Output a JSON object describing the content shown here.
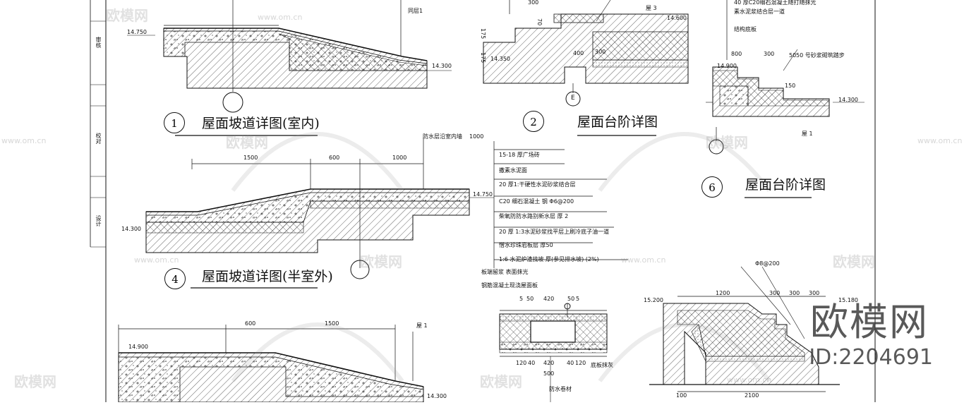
{
  "frame": {
    "side_labels": [
      "审核",
      "校对",
      "设计"
    ]
  },
  "details": [
    {
      "num": "1",
      "title": "屋面坡道详图(室内)"
    },
    {
      "num": "2",
      "title": "屋面台阶详图"
    },
    {
      "num": "4",
      "title": "屋面坡道详图(半室外)"
    },
    {
      "num": "6",
      "title": "屋面台阶详图"
    }
  ],
  "section_marks": {
    "e": "E"
  },
  "elev": {
    "d1_left": "14.750",
    "d1_right": "14.300",
    "d1_ref": "同层1",
    "d2_left": "14.350",
    "d2_right": "14.600",
    "d2_ref": "屋 3",
    "d2_dims": [
      "300",
      "175",
      "175",
      "70",
      "400",
      "300"
    ],
    "d6_top": "14.900",
    "d6_right": "14.300",
    "d6_ref": "屋 1",
    "d6_dims": [
      "800",
      "300",
      "50",
      "150"
    ],
    "d4_left": "14.300",
    "d4_right": "14.750",
    "d4_dims": [
      "1500",
      "600",
      "1000"
    ],
    "d5_left": "14.900",
    "d5_right": "14.300",
    "d5_ref": "屋 1",
    "d5_dims": [
      "600",
      "1500"
    ],
    "d7_left": "15.200",
    "d7_right": "15.180",
    "d7_dims": [
      "1200",
      "300",
      "300",
      "300",
      "100",
      "2100"
    ],
    "d7_rebar": "Φ8@200"
  },
  "d6_notes": [
    "40 厚C20细石混凝土随打随抹光",
    "素水泥浆结合层一道",
    "结构底板",
    "50 号砂浆砌筑踏步"
  ],
  "leader_top": {
    "label": "防水层沿室内墙",
    "dim": "1000"
  },
  "layers": [
    "15-18  厚广场砖",
    "撒素水泥面",
    "20 厚1:干硬性水泥砂浆结合层",
    "C20  细石混凝土   钢      Φ6@200",
    "柴氧防防水路别新水层  厚 2",
    "20 厚 1:3水泥砂浆找平层上刷冷底子油一道",
    "憎水珍珠岩板层  厚50",
    "1:6  水泥炉渣找坡   厚(参见排水坡)         (2%)",
    "板端留浆  表面抹光",
    "钢筋混凝土现浇屋面板"
  ],
  "gutter": {
    "dims_top": [
      "5",
      "50",
      "420",
      "50",
      "5"
    ],
    "dims_bot": [
      "120",
      "40",
      "420",
      "40",
      "120"
    ],
    "total": "500",
    "caption": "底板抹灰",
    "bottom_note": "防水卷材"
  },
  "watermark": {
    "brand": "欧模网",
    "url": "www.om.cn",
    "id": "ID:2204691"
  }
}
